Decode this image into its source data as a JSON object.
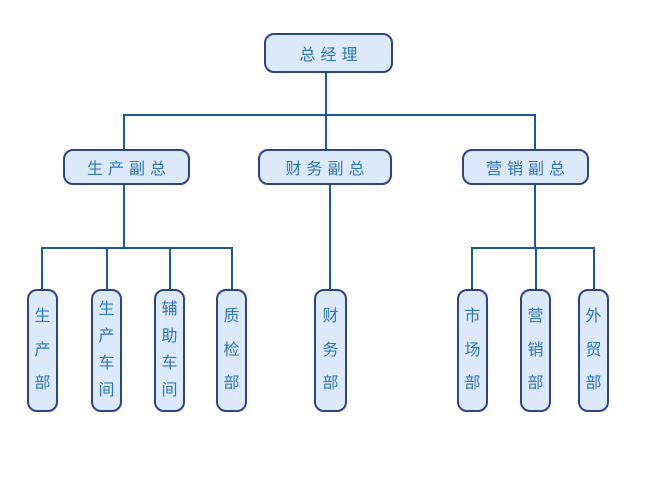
{
  "diagram_type": "organization-chart",
  "colors": {
    "background": "#ffffff",
    "box_fill": "#dce9f8",
    "box_border": "#2a4494",
    "line": "#1858a8",
    "text": "#2e76c8"
  },
  "org": {
    "root": {
      "label": "总经理",
      "children": [
        {
          "label": "生产副总",
          "children": [
            {
              "label": "生产部"
            },
            {
              "label": "生产车间"
            },
            {
              "label": "辅助车间"
            },
            {
              "label": "质检部"
            }
          ]
        },
        {
          "label": "财务副总",
          "children": [
            {
              "label": "财务部"
            }
          ]
        },
        {
          "label": "营销副总",
          "children": [
            {
              "label": "市场部"
            },
            {
              "label": "营销部"
            },
            {
              "label": "外贸部"
            }
          ]
        }
      ]
    }
  }
}
